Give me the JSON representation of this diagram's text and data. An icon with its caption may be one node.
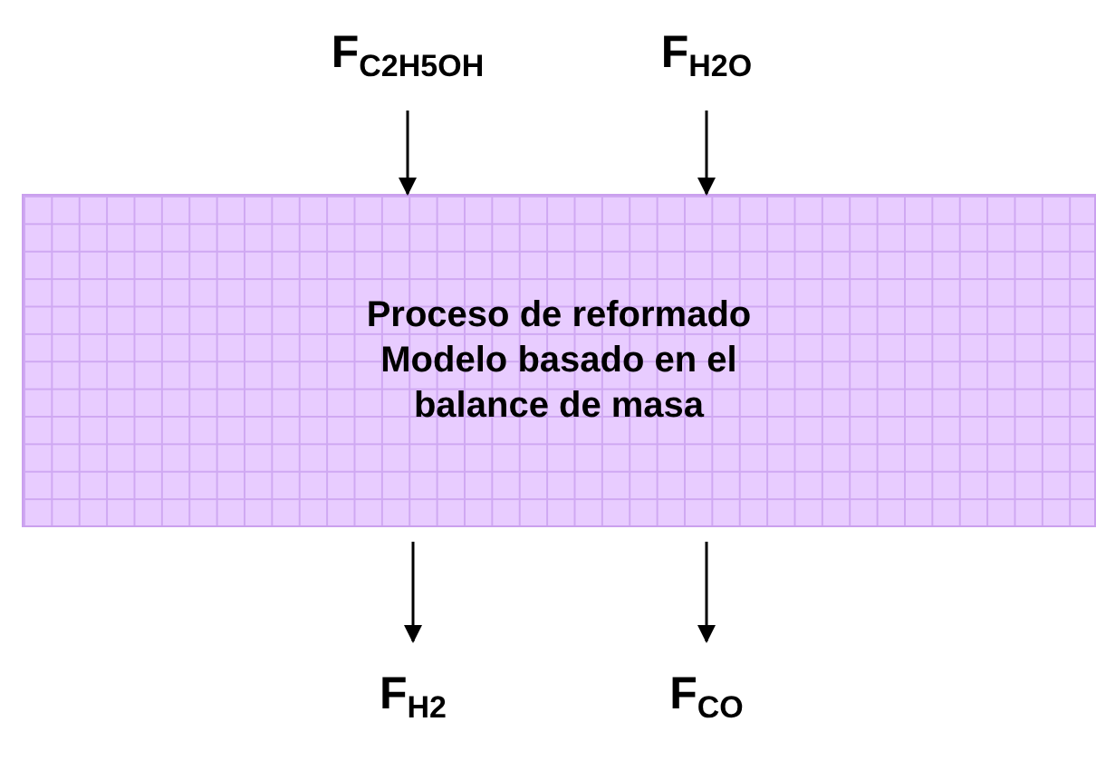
{
  "diagram": {
    "nodes": [
      {
        "text": [
          "F$_{C2H5OH}$"
        ]
      },
      {
        "text": [
          "F$_{H2O}$"
        ]
      },
      {
        "text": [
          "Proceso de reformado Modelo basado en el balance de masa"
        ]
      },
      {
        "text": [
          "F$_{H2}$"
        ]
      },
      {
        "text": [
          "F$_{CO}$"
        ]
      }
    ],
    "edges": [
      {
        "from": 0,
        "to": 2,
        "arrow": "to"
      },
      {
        "from": 1,
        "to": 2,
        "arrow": "to"
      },
      {
        "from": 2,
        "to": 3,
        "arrow": "to"
      },
      {
        "from": 2,
        "to": 4,
        "arrow": "to"
      }
    ]
  }
}
